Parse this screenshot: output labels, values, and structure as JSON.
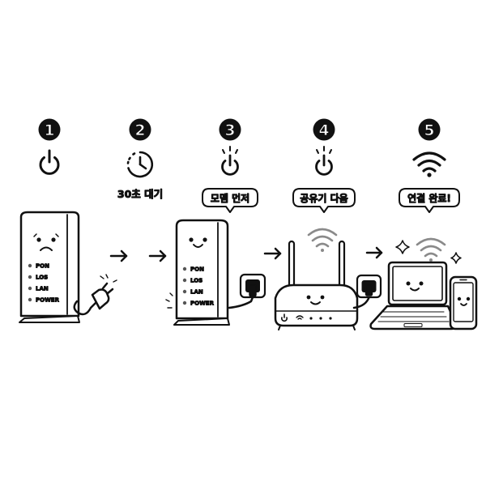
{
  "steps": [
    {
      "number": "1"
    },
    {
      "number": "2",
      "caption": "30초 대기"
    },
    {
      "number": "3",
      "bubble": "모뎀 먼저"
    },
    {
      "number": "4",
      "bubble": "공유기 다음"
    },
    {
      "number": "5",
      "bubble": "연결 완료!"
    }
  ],
  "modem_lights": [
    "PON",
    "LOS",
    "LAN",
    "POWER"
  ],
  "icons": {
    "step1": "power-icon",
    "step2": "timer-icon",
    "step3": "power-blink-icon",
    "step4": "power-blink-icon",
    "step5": "wifi-icon"
  }
}
